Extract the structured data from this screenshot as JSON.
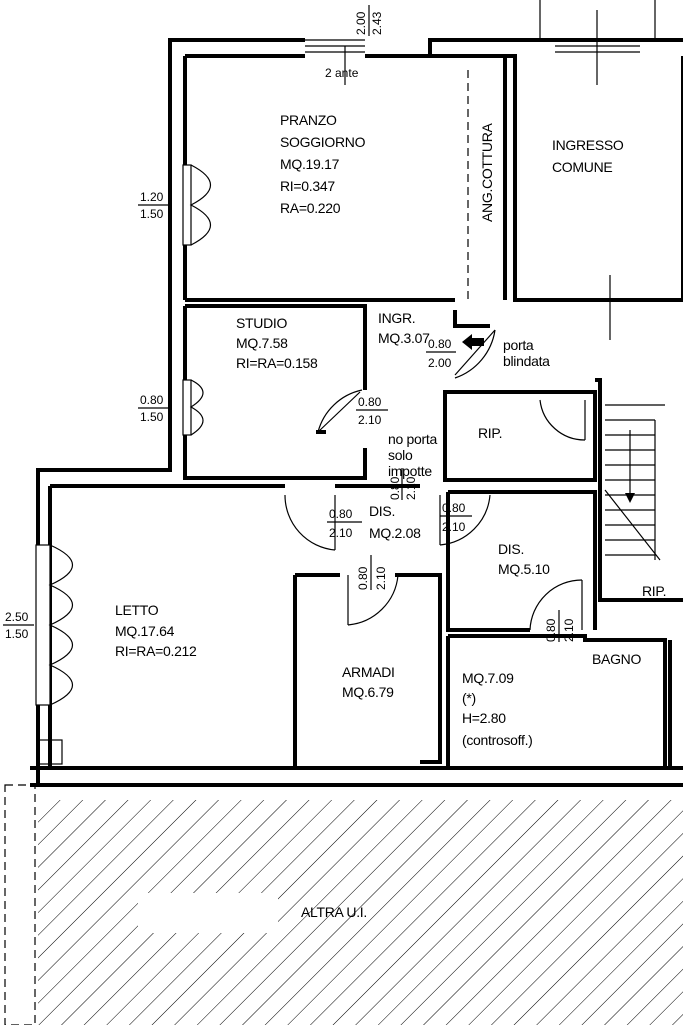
{
  "rooms": {
    "pranzo": [
      "PRANZO",
      "SOGGIORNO",
      "MQ.19.17",
      "RI=0.347",
      "RA=0.220"
    ],
    "ang_cottura": "ANG.COTTURA",
    "ingresso_comune": [
      "INGRESSO",
      "COMUNE"
    ],
    "studio": [
      "STUDIO",
      "MQ.7.58",
      "RI=RA=0.158"
    ],
    "ingr": [
      "INGR.",
      "MQ.3.07"
    ],
    "porta_blindata": [
      "porta",
      "blindata"
    ],
    "rip1": "RIP.",
    "no_porta": [
      "no porta",
      "solo",
      "impotte"
    ],
    "dis1": [
      "DIS.",
      "MQ.2.08"
    ],
    "dis2": [
      "DIS.",
      "MQ.5.10"
    ],
    "rip2": "RIP.",
    "letto": [
      "LETTO",
      "MQ.17.64",
      "RI=RA=0.212"
    ],
    "armadi": [
      "ARMADI",
      "MQ.6.79"
    ],
    "bagno": "BAGNO",
    "bagno_info": [
      "MQ.7.09",
      "(*)",
      "H=2.80",
      "(controsoff.)"
    ],
    "altra": "ALTRA U.I."
  },
  "dims": {
    "top_window": [
      "2.00",
      "2.43"
    ],
    "two_ante": "2 ante",
    "pranzo_window": [
      "1.20",
      "1.50"
    ],
    "studio_window": [
      "0.80",
      "1.50"
    ],
    "letto_window": [
      "2.50",
      "1.50"
    ],
    "studio_door": [
      "0.80",
      "2.10"
    ],
    "entry_door": [
      "0.80",
      "2.00"
    ],
    "dis_opening": [
      "0.80",
      "2.10"
    ],
    "dis_door_left": [
      "0.80",
      "2.10"
    ],
    "dis_door_right": [
      "0.80",
      "2.10"
    ],
    "armadi_door": [
      "0.80",
      "2.10"
    ],
    "bagno_door": [
      "0.80",
      "2.10"
    ]
  }
}
